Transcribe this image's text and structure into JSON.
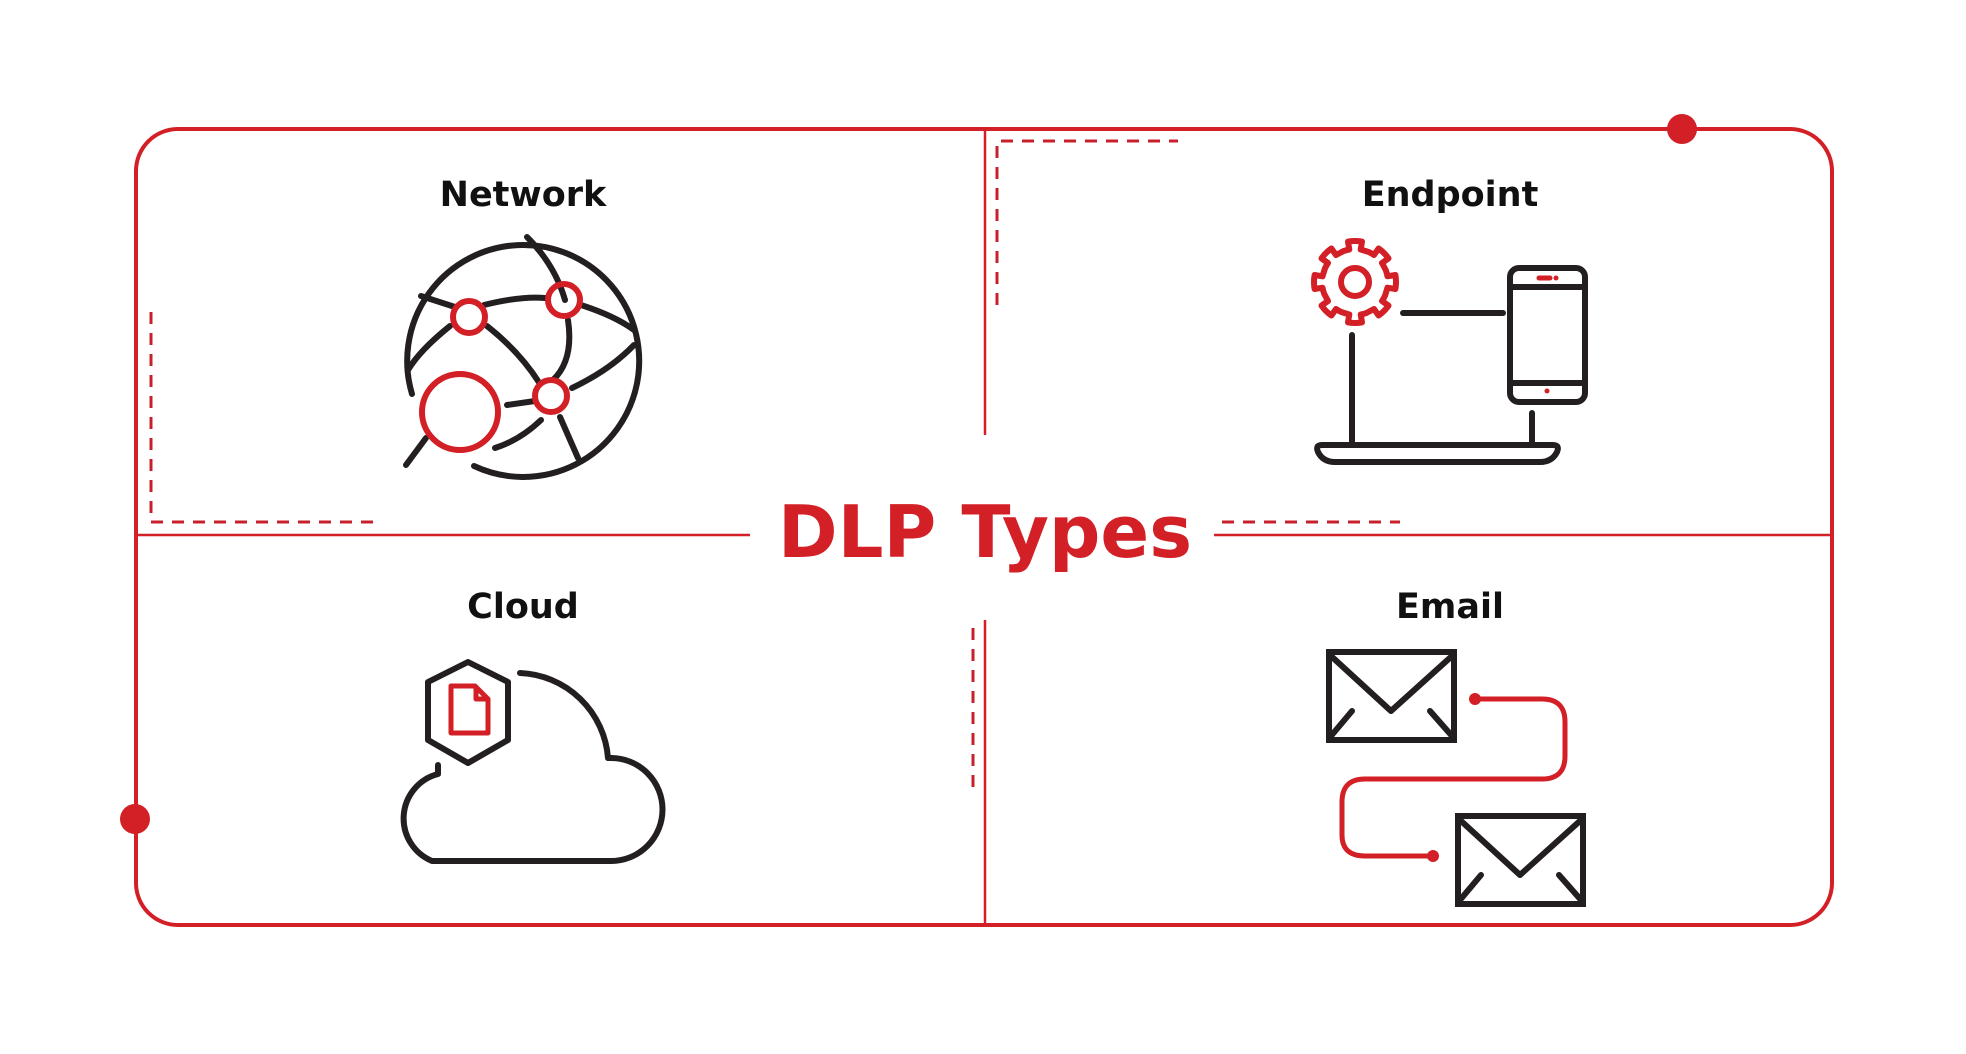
{
  "diagram": {
    "title": "DLP Types",
    "colors": {
      "accent": "#d31f26",
      "ink": "#231f20",
      "background": "#ffffff"
    },
    "quadrants": [
      {
        "id": "network",
        "label": "Network",
        "icon": "globe-network-search-icon"
      },
      {
        "id": "endpoint",
        "label": "Endpoint",
        "icon": "laptop-gear-phone-icon"
      },
      {
        "id": "cloud",
        "label": "Cloud",
        "icon": "cloud-shield-document-icon"
      },
      {
        "id": "email",
        "label": "Email",
        "icon": "envelopes-connected-icon"
      }
    ]
  }
}
